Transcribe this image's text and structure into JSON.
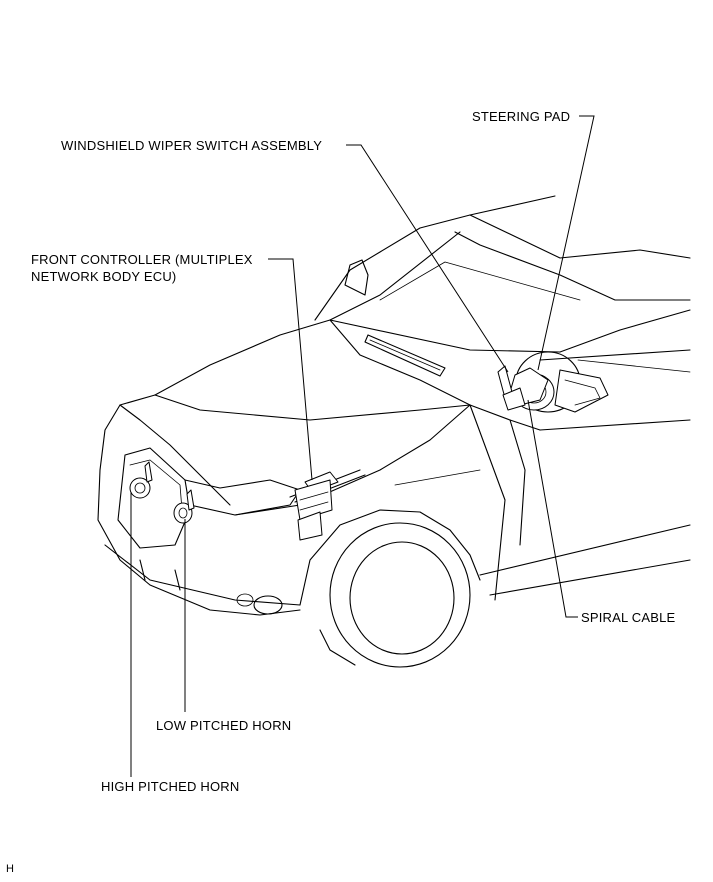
{
  "labels": {
    "steering_pad": "STEERING PAD",
    "wiper_switch": "WINDSHIELD WIPER SWITCH ASSEMBLY",
    "front_controller": "FRONT CONTROLLER (MULTIPLEX\nNETWORK BODY ECU)",
    "spiral_cable": "SPIRAL CABLE",
    "low_horn": "LOW PITCHED HORN",
    "high_horn": "HIGH PITCHED HORN"
  },
  "corner_mark": "H"
}
